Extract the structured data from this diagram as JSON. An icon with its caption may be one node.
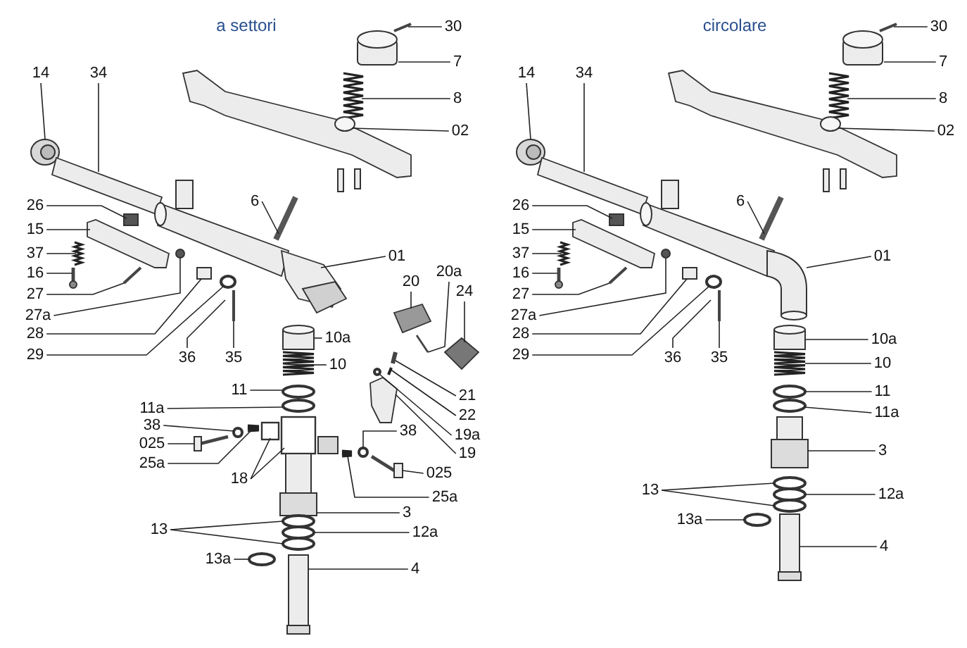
{
  "diagram": {
    "nodes": [
      {
        "text": [
          "30"
        ]
      },
      {
        "text": [
          "7"
        ]
      },
      {
        "text": [
          "8"
        ]
      },
      {
        "text": [
          "02"
        ]
      },
      {
        "text": [
          "14"
        ]
      },
      {
        "text": [
          "34"
        ]
      },
      {
        "text": [
          "26"
        ]
      },
      {
        "text": [
          "15"
        ]
      },
      {
        "text": [
          "37"
        ]
      },
      {
        "text": [
          "16"
        ]
      },
      {
        "text": [
          "27"
        ]
      },
      {
        "text": [
          "27a"
        ]
      },
      {
        "text": [
          "6"
        ]
      },
      {
        "text": [
          "01"
        ]
      },
      {
        "text": [
          "28"
        ]
      },
      {
        "text": [
          "29"
        ]
      },
      {
        "text": [
          "36"
        ]
      },
      {
        "text": [
          "35"
        ]
      },
      {
        "text": [
          "20"
        ]
      },
      {
        "text": [
          "20a"
        ]
      },
      {
        "text": [
          "24"
        ]
      },
      {
        "text": [
          "10a"
        ]
      },
      {
        "text": [
          "10"
        ]
      },
      {
        "text": [
          "21"
        ]
      },
      {
        "text": [
          "22"
        ]
      },
      {
        "text": [
          "19a"
        ]
      },
      {
        "text": [
          "19"
        ]
      },
      {
        "text": [
          "11"
        ]
      },
      {
        "text": [
          "11a"
        ]
      },
      {
        "text": [
          "38"
        ]
      },
      {
        "text": [
          "025"
        ]
      },
      {
        "text": [
          "25a"
        ]
      },
      {
        "text": [
          "18"
        ]
      },
      {
        "text": [
          "38"
        ]
      },
      {
        "text": [
          "025"
        ]
      },
      {
        "text": [
          "25a"
        ]
      },
      {
        "text": [
          "3"
        ]
      },
      {
        "text": [
          "13"
        ]
      },
      {
        "text": [
          "12a"
        ]
      },
      {
        "text": [
          "13a"
        ]
      },
      {
        "text": [
          "4"
        ]
      },
      {
        "text": [
          "30"
        ]
      },
      {
        "text": [
          "7"
        ]
      },
      {
        "text": [
          "8"
        ]
      },
      {
        "text": [
          "02"
        ]
      },
      {
        "text": [
          "14"
        ]
      },
      {
        "text": [
          "34"
        ]
      },
      {
        "text": [
          "26"
        ]
      },
      {
        "text": [
          "15"
        ]
      },
      {
        "text": [
          "37"
        ]
      },
      {
        "text": [
          "16"
        ]
      },
      {
        "text": [
          "27"
        ]
      },
      {
        "text": [
          "27a"
        ]
      },
      {
        "text": [
          "6"
        ]
      },
      {
        "text": [
          "01"
        ]
      },
      {
        "text": [
          "28"
        ]
      },
      {
        "text": [
          "29"
        ]
      },
      {
        "text": [
          "36"
        ]
      },
      {
        "text": [
          "35"
        ]
      },
      {
        "text": [
          "10a"
        ]
      },
      {
        "text": [
          "10"
        ]
      },
      {
        "text": [
          "11"
        ]
      },
      {
        "text": [
          "11a"
        ]
      },
      {
        "text": [
          "3"
        ]
      },
      {
        "text": [
          "13"
        ]
      },
      {
        "text": [
          "12a"
        ]
      },
      {
        "text": [
          "13a"
        ]
      },
      {
        "text": [
          "4"
        ]
      },
      {
        "text": [],
        "shape": "picture"
      },
      {
        "text": [],
        "shape": "picture"
      },
      {
        "text": [],
        "shape": "circle"
      },
      {
        "text": [],
        "shape": "circle"
      },
      {
        "text": [],
        "shape": "picture"
      },
      {
        "text": [],
        "shape": "picture"
      },
      {
        "text": [],
        "shape": "picture"
      },
      {
        "text": [],
        "shape": "picture"
      },
      {
        "text": [],
        "shape": "picture"
      },
      {
        "text": [],
        "shape": "circle"
      },
      {
        "text": [],
        "shape": "picture"
      },
      {
        "text": [],
        "shape": "circle"
      },
      {
        "text": [],
        "shape": "picture"
      },
      {
        "text": [],
        "shape": "picture"
      },
      {
        "text": [],
        "shape": "box"
      },
      {
        "text": [],
        "shape": "box"
      },
      {
        "text": [],
        "shape": "circle"
      },
      {
        "text": [],
        "shape": "picture"
      },
      {
        "text": [],
        "shape": "picture"
      }
    ],
    "edges": [
      {
        "from": 0,
        "to": null,
        "arrow": "none"
      },
      {
        "from": 1,
        "to": null,
        "arrow": "none"
      },
      {
        "from": 2,
        "to": null,
        "arrow": "none"
      },
      {
        "from": 3,
        "to": null,
        "arrow": "none"
      },
      {
        "from": 4,
        "to": null,
        "arrow": "none"
      },
      {
        "from": 5,
        "to": null,
        "arrow": "none"
      },
      {
        "from": 6,
        "to": null,
        "arrow": "none"
      },
      {
        "from": 7,
        "to": null,
        "arrow": "none"
      },
      {
        "from": 8,
        "to": null,
        "arrow": "none"
      },
      {
        "from": 9,
        "to": null,
        "arrow": "none"
      },
      {
        "from": 10,
        "to": null,
        "arrow": "none"
      },
      {
        "from": 11,
        "to": null,
        "arrow": "none"
      },
      {
        "from": 12,
        "to": null,
        "arrow": "none"
      },
      {
        "from": 13,
        "to": null,
        "arrow": "none"
      },
      {
        "from": 14,
        "to": null,
        "arrow": "none"
      },
      {
        "from": 15,
        "to": null,
        "arrow": "none"
      },
      {
        "from": 16,
        "to": null,
        "arrow": "none"
      },
      {
        "from": 17,
        "to": null,
        "arrow": "none"
      },
      {
        "from": 18,
        "to": 72,
        "arrow": "none"
      },
      {
        "from": 19,
        "to": 73,
        "arrow": "none"
      },
      {
        "from": 20,
        "to": 74,
        "arrow": "none"
      },
      {
        "from": 21,
        "to": 68,
        "arrow": "none"
      },
      {
        "from": 22,
        "to": 69,
        "arrow": "none"
      },
      {
        "from": 23,
        "to": 75,
        "arrow": "none"
      },
      {
        "from": 24,
        "to": 76,
        "arrow": "none"
      },
      {
        "from": 25,
        "to": 77,
        "arrow": "none"
      },
      {
        "from": 26,
        "to": 78,
        "arrow": "none"
      },
      {
        "from": 27,
        "to": 70,
        "arrow": "none"
      },
      {
        "from": 28,
        "to": 71,
        "arrow": "none"
      },
      {
        "from": 29,
        "to": 84,
        "arrow": "none"
      },
      {
        "from": 30,
        "to": 86,
        "arrow": "none"
      },
      {
        "from": 31,
        "to": 85,
        "arrow": "none"
      },
      {
        "from": 32,
        "to": 82,
        "arrow": "none"
      },
      {
        "from": 32,
        "to": 83,
        "arrow": "none"
      },
      {
        "from": 33,
        "to": 79,
        "arrow": "none"
      },
      {
        "from": 34,
        "to": 80,
        "arrow": "none"
      },
      {
        "from": 35,
        "to": 81,
        "arrow": "none"
      },
      {
        "from": 36,
        "to": null,
        "arrow": "none"
      },
      {
        "from": 37,
        "to": null,
        "arrow": "none"
      },
      {
        "from": 37,
        "to": null,
        "arrow": "none"
      },
      {
        "from": 38,
        "to": null,
        "arrow": "none"
      },
      {
        "from": 39,
        "to": null,
        "arrow": "none"
      },
      {
        "from": 40,
        "to": null,
        "arrow": "none"
      },
      {
        "from": 41,
        "to": null,
        "arrow": "none"
      },
      {
        "from": 42,
        "to": null,
        "arrow": "none"
      },
      {
        "from": 43,
        "to": null,
        "arrow": "none"
      },
      {
        "from": 44,
        "to": null,
        "arrow": "none"
      },
      {
        "from": 45,
        "to": null,
        "arrow": "none"
      },
      {
        "from": 46,
        "to": null,
        "arrow": "none"
      },
      {
        "from": 47,
        "to": null,
        "arrow": "none"
      },
      {
        "from": 48,
        "to": null,
        "arrow": "none"
      },
      {
        "from": 49,
        "to": null,
        "arrow": "none"
      },
      {
        "from": 50,
        "to": null,
        "arrow": "none"
      },
      {
        "from": 51,
        "to": null,
        "arrow": "none"
      },
      {
        "from": 52,
        "to": null,
        "arrow": "none"
      },
      {
        "from": 53,
        "to": null,
        "arrow": "none"
      },
      {
        "from": 54,
        "to": null,
        "arrow": "none"
      },
      {
        "from": 55,
        "to": null,
        "arrow": "none"
      },
      {
        "from": 56,
        "to": null,
        "arrow": "none"
      },
      {
        "from": 57,
        "to": null,
        "arrow": "none"
      },
      {
        "from": 58,
        "to": null,
        "arrow": "none"
      },
      {
        "from": 59,
        "to": null,
        "arrow": "none"
      },
      {
        "from": 60,
        "to": null,
        "arrow": "none"
      },
      {
        "from": 61,
        "to": null,
        "arrow": "none"
      },
      {
        "from": 62,
        "to": null,
        "arrow": "none"
      },
      {
        "from": 63,
        "to": null,
        "arrow": "none"
      },
      {
        "from": 64,
        "to": null,
        "arrow": "none"
      },
      {
        "from": 64,
        "to": null,
        "arrow": "none"
      },
      {
        "from": 65,
        "to": null,
        "arrow": "none"
      },
      {
        "from": 66,
        "to": null,
        "arrow": "none"
      },
      {
        "from": 67,
        "to": null,
        "arrow": "none"
      }
    ],
    "labels": [
      "a settori",
      "circolare"
    ]
  }
}
